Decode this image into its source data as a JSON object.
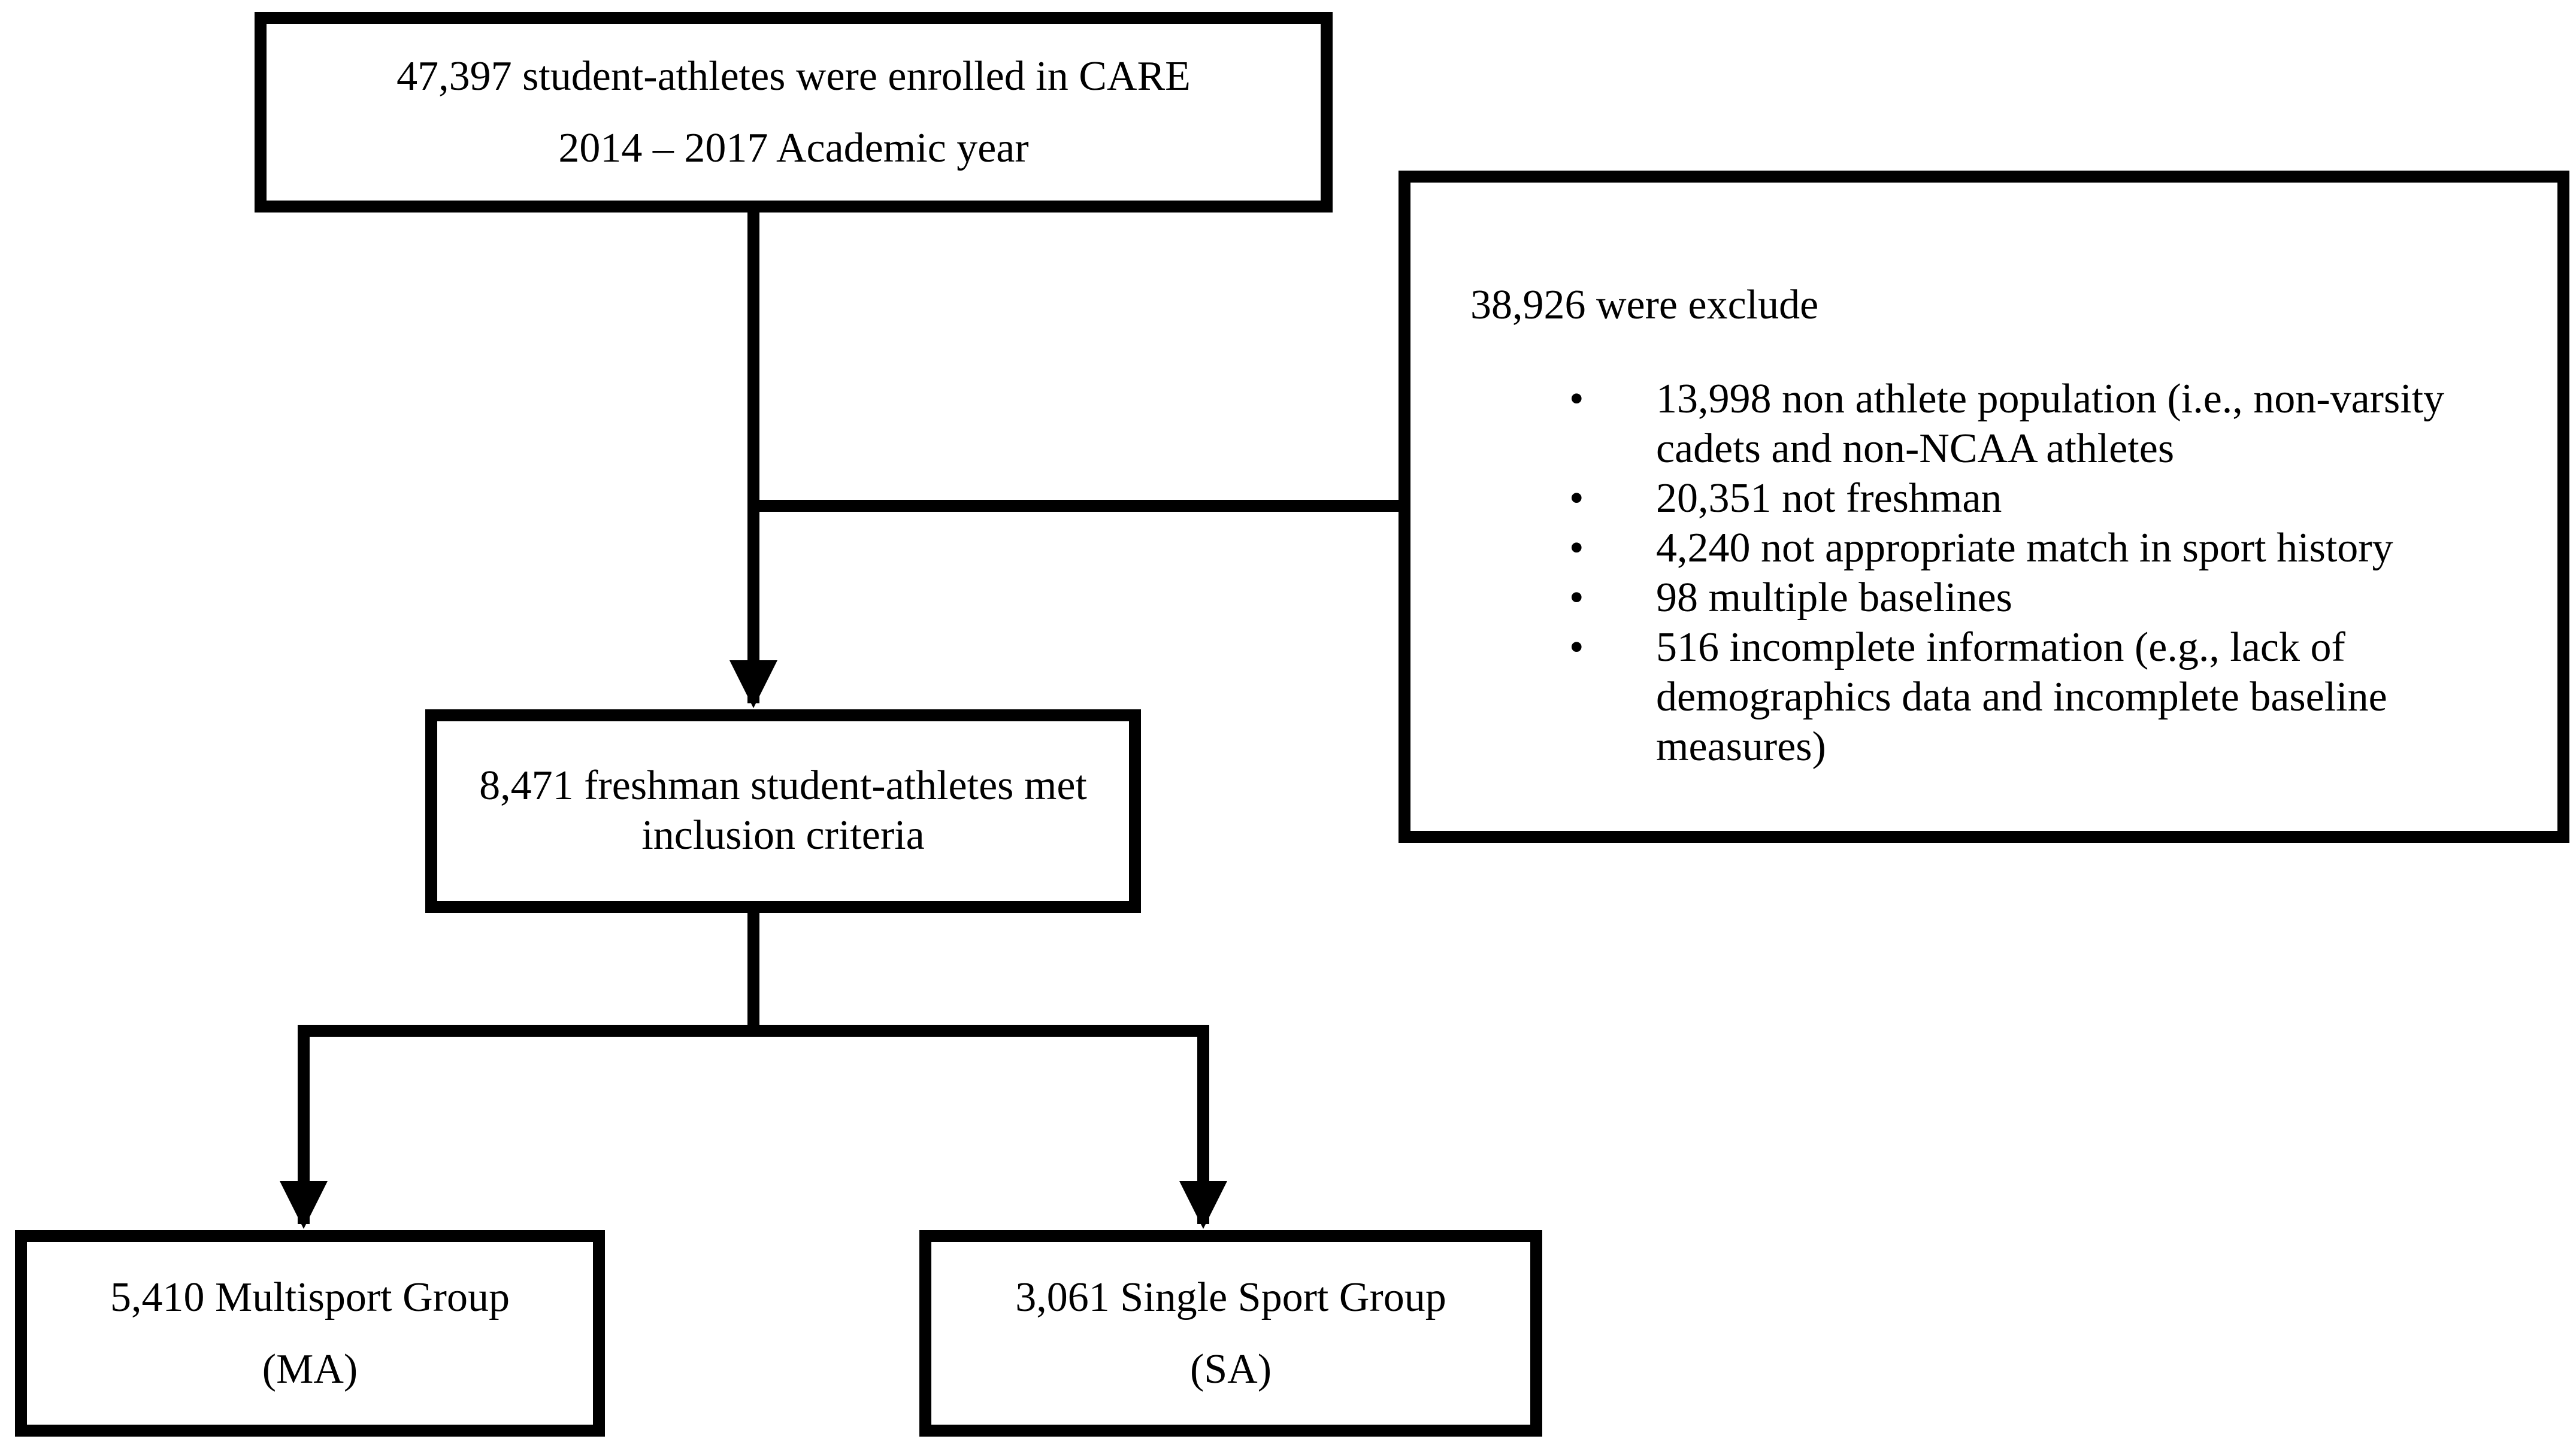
{
  "boxes": {
    "enrolled": {
      "line1": "47,397 student-athletes were enrolled in CARE",
      "line2": "2014 – 2017 Academic year"
    },
    "excluded": {
      "heading": "38,926 were exclude",
      "items": [
        "13,998 non athlete population (i.e., non-varsity cadets and non-NCAA athletes",
        "20,351 not freshman",
        "4,240 not appropriate match in sport history",
        "98 multiple baselines",
        "516 incomplete information (e.g., lack of demographics data and incomplete baseline measures)"
      ]
    },
    "inclusion": {
      "line1": "8,471 freshman student-athletes met",
      "line2": "inclusion criteria"
    },
    "multisport": {
      "line1": "5,410 Multisport Group",
      "line2": "(MA)"
    },
    "single_sport": {
      "line1": "3,061 Single Sport Group",
      "line2": "(SA)"
    }
  },
  "bullet_symbol": "•"
}
